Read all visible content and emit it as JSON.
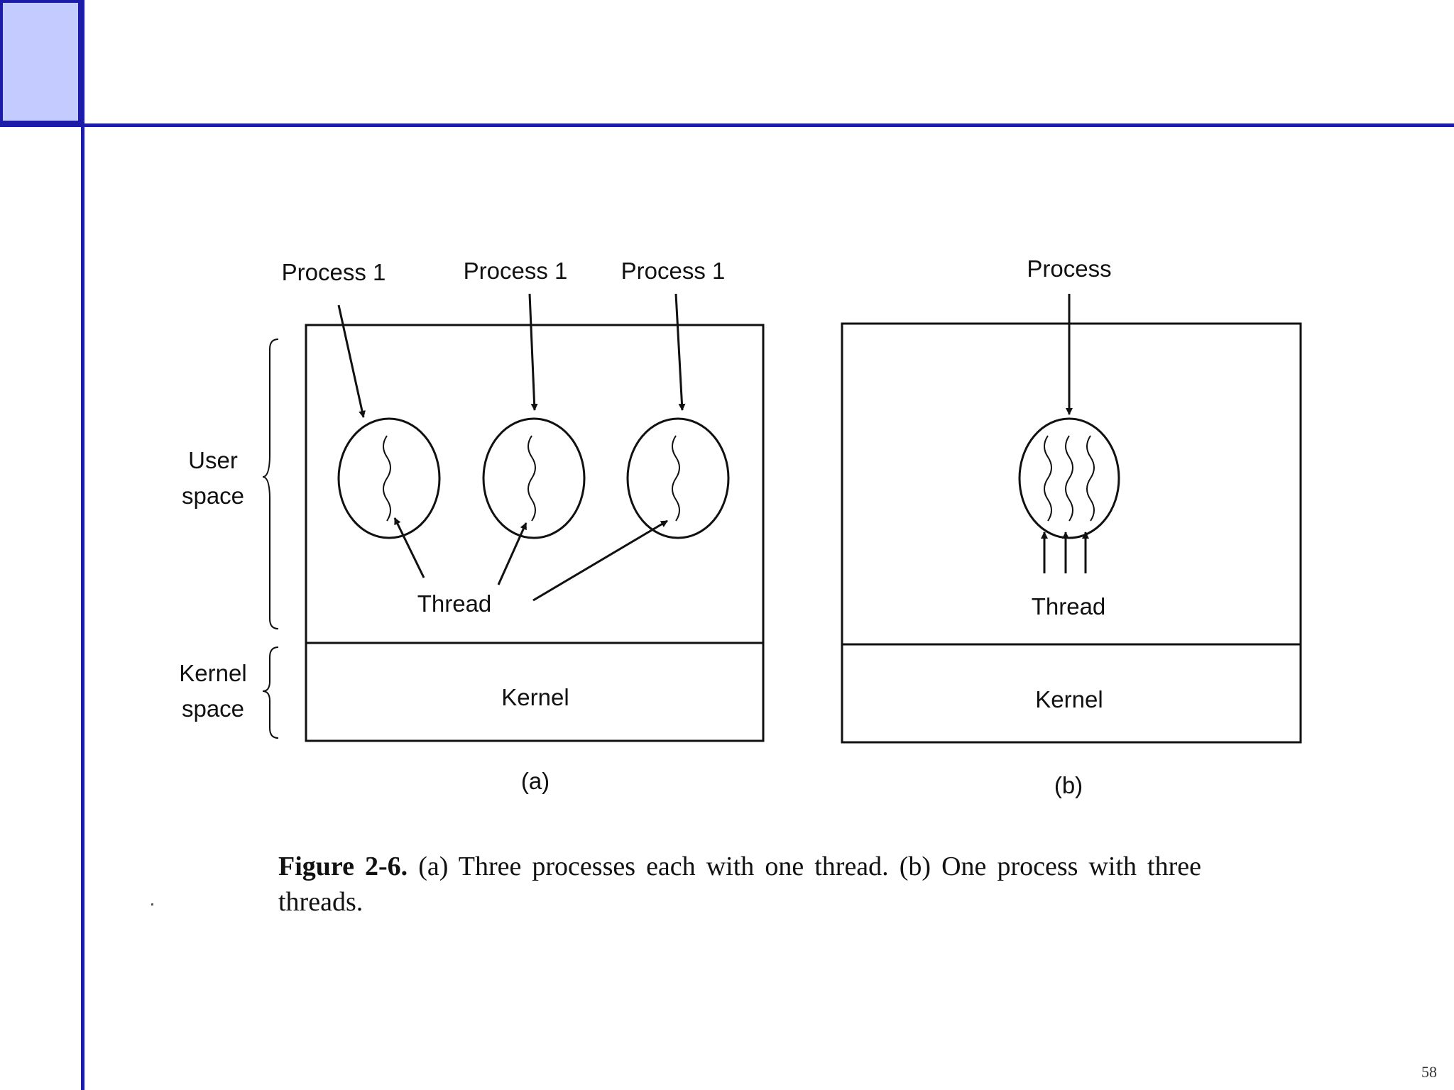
{
  "diagram": {
    "a": {
      "process_labels": [
        "Process 1",
        "Process 1",
        "Process 1"
      ],
      "thread_label": "Thread",
      "kernel_label": "Kernel",
      "panel_label": "(a)"
    },
    "b": {
      "process_label": "Process",
      "thread_label": "Thread",
      "kernel_label": "Kernel",
      "panel_label": "(b)"
    },
    "side_labels": {
      "user_space": [
        "User",
        "space"
      ],
      "kernel_space": [
        "Kernel",
        "space"
      ]
    }
  },
  "caption": {
    "label": "Figure 2-6.",
    "text": "(a) Three processes each with one thread. (b) One process with three threads."
  },
  "slide_number": "58",
  "colors": {
    "accent": "#1c1ca8",
    "corner_fill": "#c4ccff"
  }
}
